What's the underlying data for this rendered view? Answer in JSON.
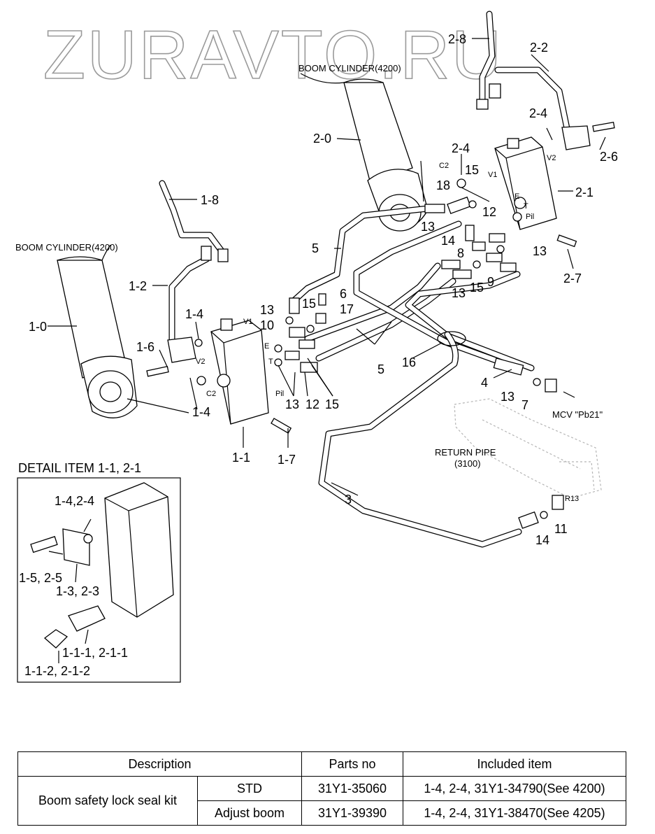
{
  "watermark": "ZURAVTO.RU",
  "labels": {
    "boom_cyl_right": "BOOM CYLINDER(4200)",
    "boom_cyl_left": "BOOM CYLINDER(4200)",
    "mcv": "MCV \"Pb21\"",
    "return_pipe": "RETURN PIPE",
    "return_pipe_no": "(3100)",
    "detail_title": "DETAIL ITEM 1-1, 2-1",
    "p_2_8": "2-8",
    "p_2_2": "2-2",
    "p_2_0": "2-0",
    "p_2_4a": "2-4",
    "p_2_4b": "2-4",
    "p_2_6": "2-6",
    "p_2_1": "2-1",
    "p_2_7": "2-7",
    "p_1_8": "1-8",
    "p_1_2": "1-2",
    "p_1_0": "1-0",
    "p_1_4a": "1-4",
    "p_1_4b": "1-4",
    "p_1_6": "1-6",
    "p_1_1": "1-1",
    "p_1_7": "1-7",
    "p_5a": "5",
    "p_5b": "5",
    "p_3": "3",
    "p_4": "4",
    "p_16": "16",
    "p_13a": "13",
    "p_13b": "13",
    "p_13c": "13",
    "p_13d": "13",
    "p_13e": "13",
    "p_13f": "13",
    "p_15a": "15",
    "p_15b": "15",
    "p_15c": "15",
    "p_15d": "15",
    "p_18": "18",
    "p_14a": "14",
    "p_14b": "14",
    "p_12a": "12",
    "p_12b": "12",
    "p_8": "8",
    "p_9": "9",
    "p_6": "6",
    "p_17": "17",
    "p_10": "10",
    "p_7": "7",
    "p_11": "11",
    "port_c2a": "C2",
    "port_v1a": "V1",
    "port_v2a": "V2",
    "port_ea": "E",
    "port_ta": "T",
    "port_pila": "Pil",
    "port_c2b": "C2",
    "port_v1b": "V1",
    "port_v2b": "V2",
    "port_eb": "E",
    "port_tb": "T",
    "port_pilb": "Pil",
    "port_r13": "R13",
    "d_1_4": "1-4,2-4",
    "d_1_5": "1-5, 2-5",
    "d_1_3": "1-3, 2-3",
    "d_1_1_1": "1-1-1, 2-1-1",
    "d_1_1_2": "1-1-2, 2-1-2"
  },
  "table": {
    "headers": [
      "Description",
      "Parts no",
      "Included item"
    ],
    "kit_name": "Boom safety lock seal kit",
    "rows": [
      {
        "variant": "STD",
        "parts_no": "31Y1-35060",
        "included": "1-4, 2-4, 31Y1-34790(See 4200)"
      },
      {
        "variant": "Adjust boom",
        "parts_no": "31Y1-39390",
        "included": "1-4, 2-4, 31Y1-38470(See 4205)"
      }
    ]
  }
}
